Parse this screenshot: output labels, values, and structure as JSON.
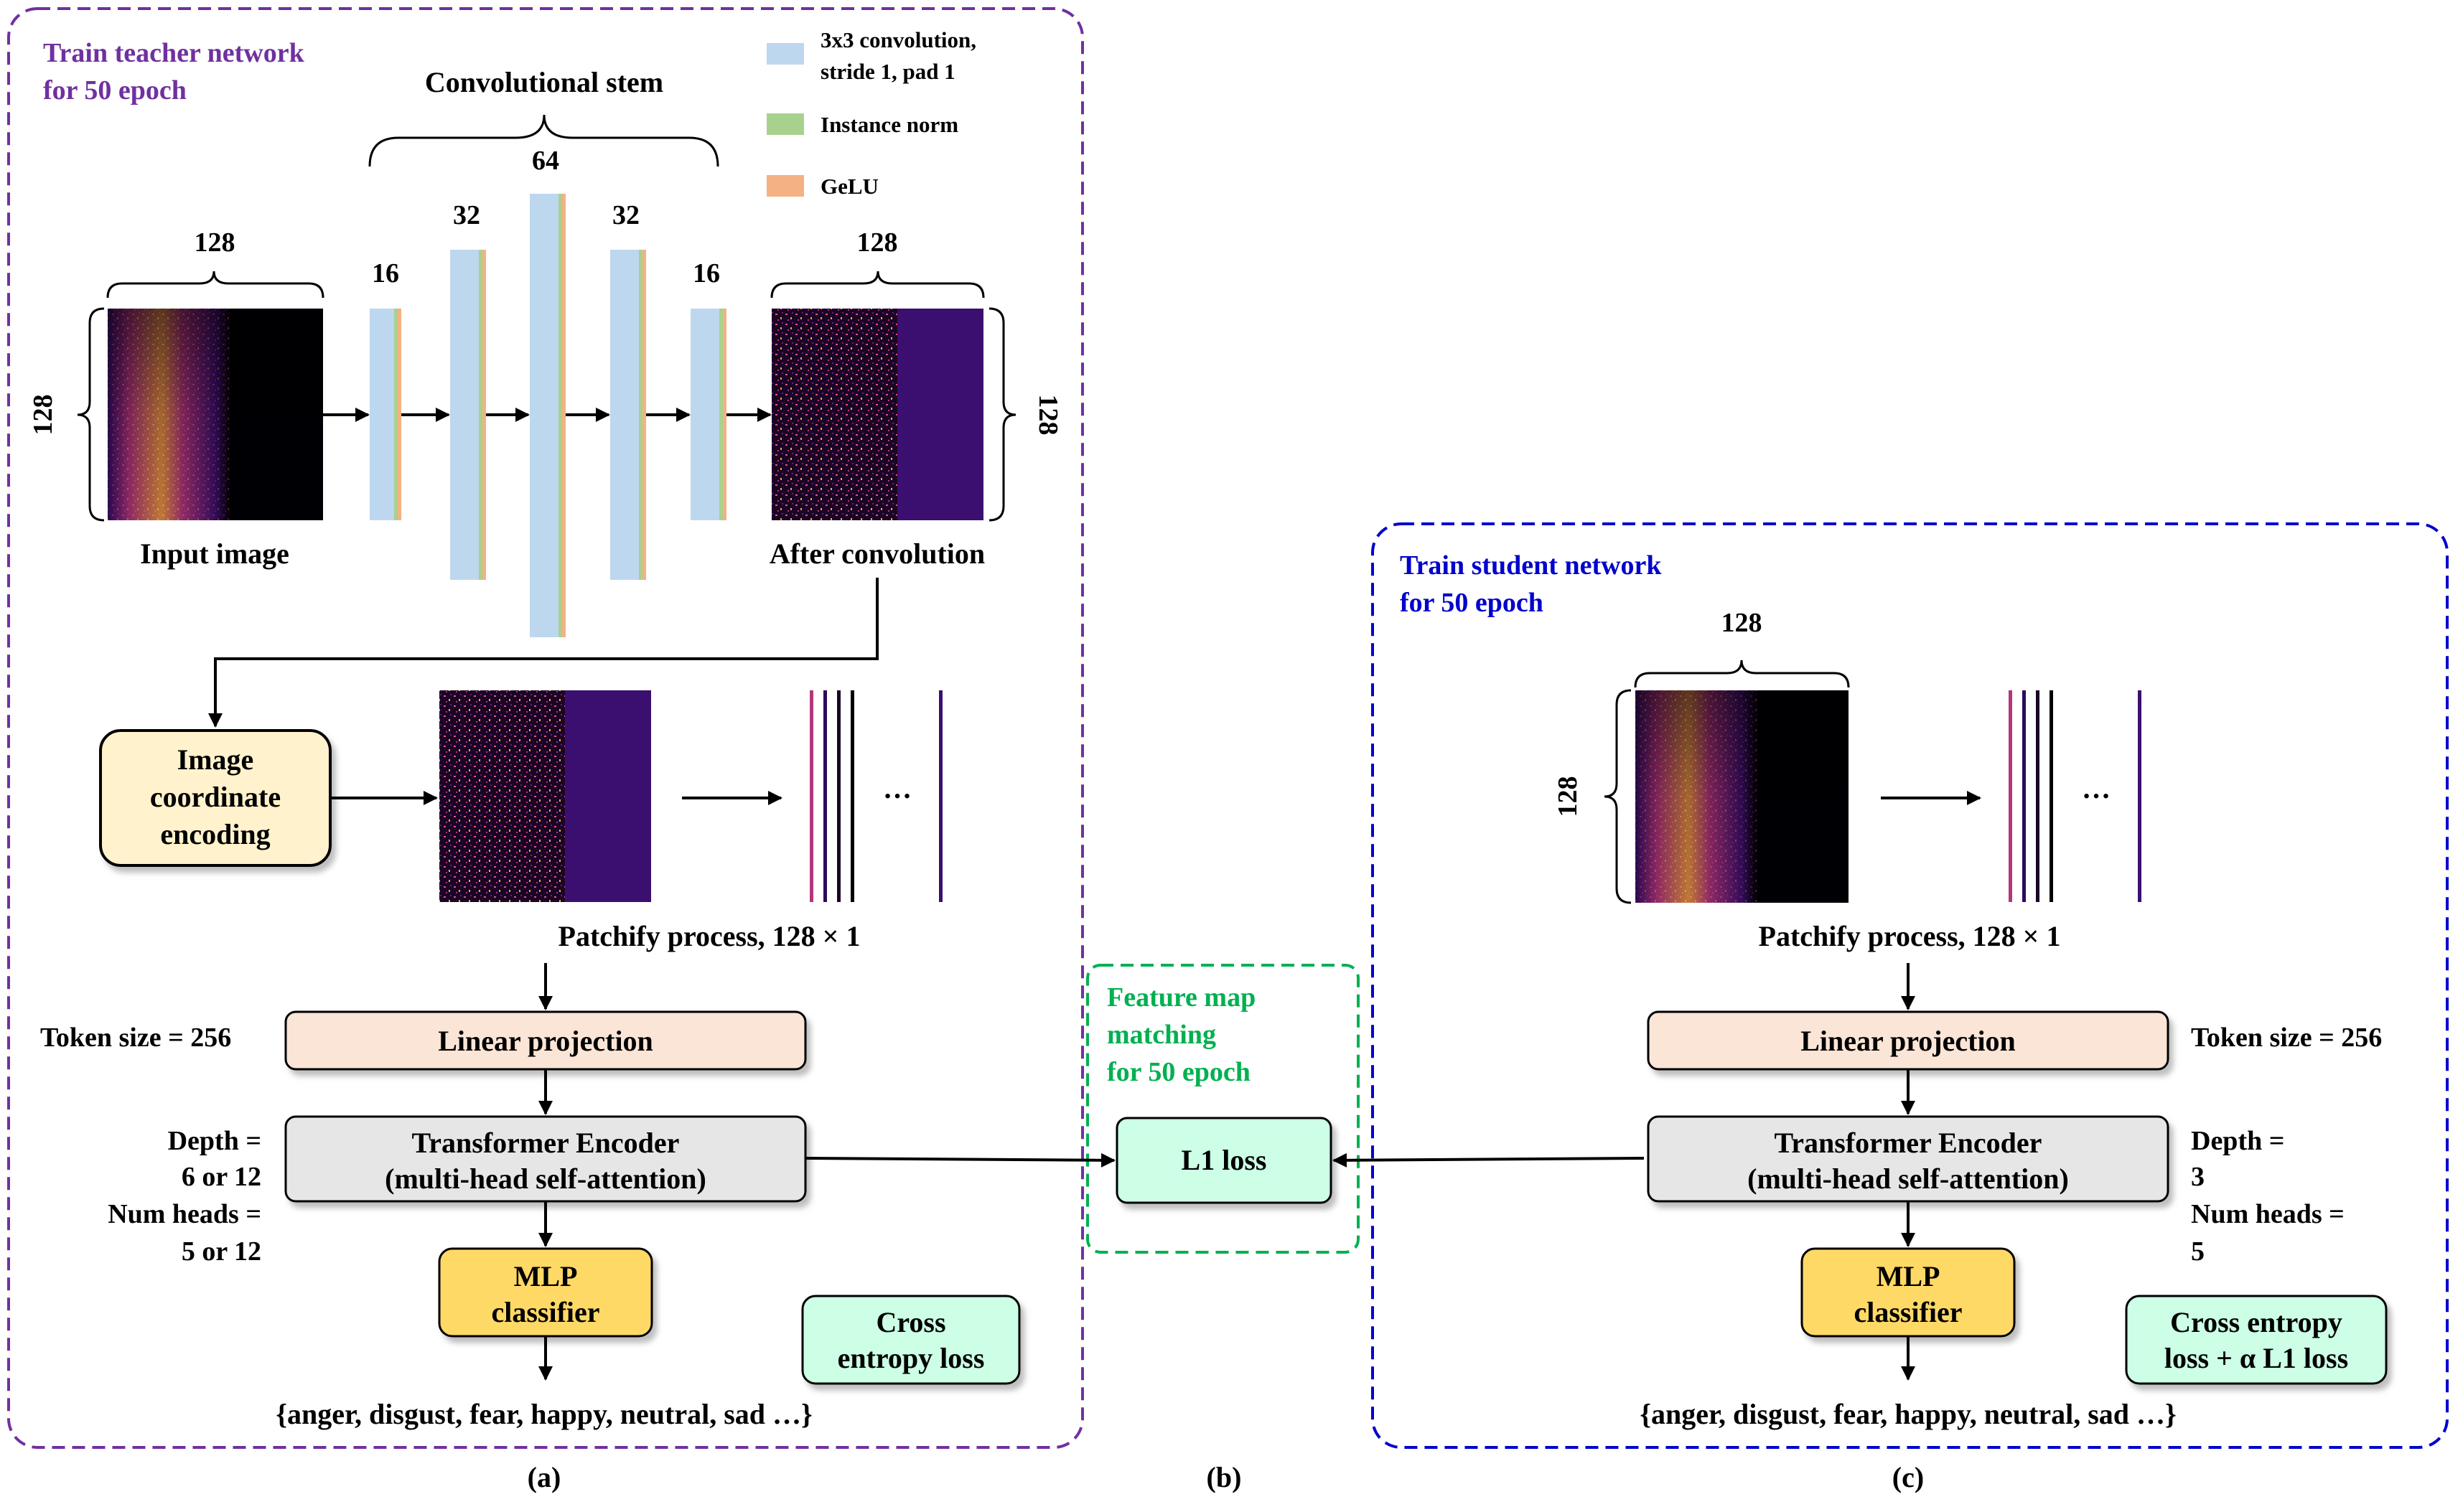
{
  "panel_a": {
    "title_line1": "Train teacher network",
    "title_line2": "for 50 epoch",
    "title_color": "#7030a0",
    "legend": {
      "conv_line1": "3x3 convolution,",
      "conv_line2": "stride 1, pad 1",
      "norm": "Instance norm",
      "gelu": "GeLU"
    },
    "stem_title": "Convolutional stem",
    "input_width": "128",
    "input_height": "128",
    "input_caption": "Input image",
    "channels": [
      "16",
      "32",
      "64",
      "32",
      "16"
    ],
    "after_width": "128",
    "after_height": "128",
    "after_caption": "After convolution",
    "coord_line1": "Image",
    "coord_line2": "coordinate",
    "coord_line3": "encoding",
    "patch_ellipsis": "…",
    "patchify": "Patchify process, 128 × 1",
    "token_size": "Token size = 256",
    "linear": "Linear projection",
    "encoder_line1": "Transformer Encoder",
    "encoder_line2": "(multi-head self-attention)",
    "depth_line1": "Depth =",
    "depth_line2": "6 or 12",
    "heads_line1": "Num heads =",
    "heads_line2": "5 or 12",
    "mlp_line1": "MLP",
    "mlp_line2": "classifier",
    "loss_line1": "Cross",
    "loss_line2": "entropy loss",
    "classes": "{anger, disgust, fear, happy, neutral, sad …}",
    "label": "(a)"
  },
  "panel_b": {
    "title_line1": "Feature map",
    "title_line2": "matching",
    "title_line3": "for 50 epoch",
    "title_color": "#00b050",
    "l1": "L1 loss",
    "label": "(b)"
  },
  "panel_c": {
    "title_line1": "Train student network",
    "title_line2": "for 50 epoch",
    "title_color": "#0000cc",
    "input_width": "128",
    "input_height": "128",
    "patch_ellipsis": "…",
    "patchify": "Patchify process, 128 × 1",
    "token_size": "Token size = 256",
    "linear": "Linear projection",
    "encoder_line1": "Transformer Encoder",
    "encoder_line2": "(multi-head self-attention)",
    "depth_line1": "Depth =",
    "depth_line2": "3",
    "heads_line1": "Num heads =",
    "heads_line2": "5",
    "mlp_line1": "MLP",
    "mlp_line2": "classifier",
    "loss_line1": "Cross entropy",
    "loss_line2": "loss + α L1 loss",
    "classes": "{anger, disgust, fear, happy, neutral, sad …}",
    "label": "(c)"
  },
  "colors": {
    "conv": "#bdd7ee",
    "norm": "#a9d18e",
    "gelu": "#f4b183",
    "linear_fill": "#fbe5d6",
    "encoder_fill": "#e7e6e6",
    "mlp_fill": "#ffd966",
    "loss_fill": "#ccffe6",
    "coord_fill": "#fff2cc",
    "spec_bg": "#000004",
    "spec_purple": "#3b0f70"
  }
}
